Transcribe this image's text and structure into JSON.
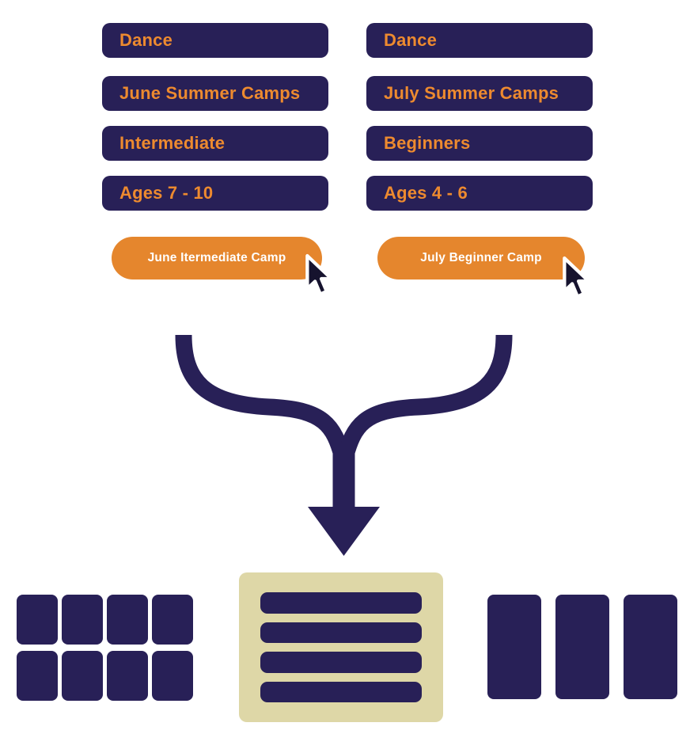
{
  "diagram": {
    "columns": [
      {
        "name": "june-selection",
        "fields": [
          {
            "label": "Dance"
          },
          {
            "label": "June Summer Camps"
          },
          {
            "label": "Intermediate"
          },
          {
            "label": "Ages 7 - 10"
          }
        ],
        "button": {
          "label": "June Itermediate Camp"
        }
      },
      {
        "name": "july-selection",
        "fields": [
          {
            "label": "Dance"
          },
          {
            "label": "July Summer Camps"
          },
          {
            "label": "Beginners"
          },
          {
            "label": "Ages 4 - 6"
          }
        ],
        "button": {
          "label": "July Beginner Camp"
        }
      }
    ],
    "icons": {
      "cursor": "cursor-arrow-pointer",
      "merge": "merge-arrow-down"
    },
    "bottom_shapes": {
      "left_grid": {
        "rows": 2,
        "cols": 4
      },
      "center_panel": {
        "bars": 4
      },
      "right_cards": {
        "count": 3
      }
    },
    "colors": {
      "navy": "#282057",
      "orange_text": "#ED8A2F",
      "orange_button": "#E5862D",
      "cream": "#DED7A7",
      "button_text": "#FFFFFF",
      "background": "#FFFFFF"
    }
  }
}
